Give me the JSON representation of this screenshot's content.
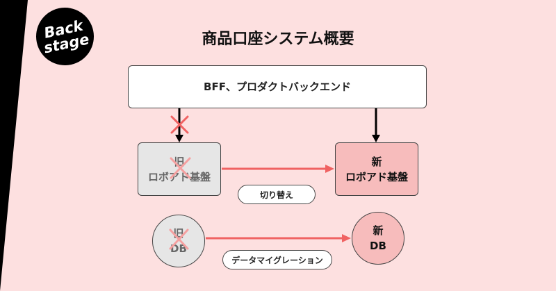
{
  "logo": {
    "line1": "Back",
    "line2": "stage"
  },
  "title": "商品口座システム概要",
  "bff": {
    "label": "BFF、プロダクトバックエンド"
  },
  "old_system": {
    "line1": "旧",
    "line2": "ロボアド基盤"
  },
  "new_system": {
    "line1": "新",
    "line2": "ロボアド基盤"
  },
  "old_db": {
    "line1": "旧",
    "line2": "DB"
  },
  "new_db": {
    "line1": "新",
    "line2": "DB"
  },
  "switch_label": "切り替え",
  "migration_label": "データマイグレーション",
  "colors": {
    "background": "#fde0e0",
    "accent": "#f06262",
    "new_fill": "#f7bcbc",
    "old_fill": "#e6e6e6"
  }
}
